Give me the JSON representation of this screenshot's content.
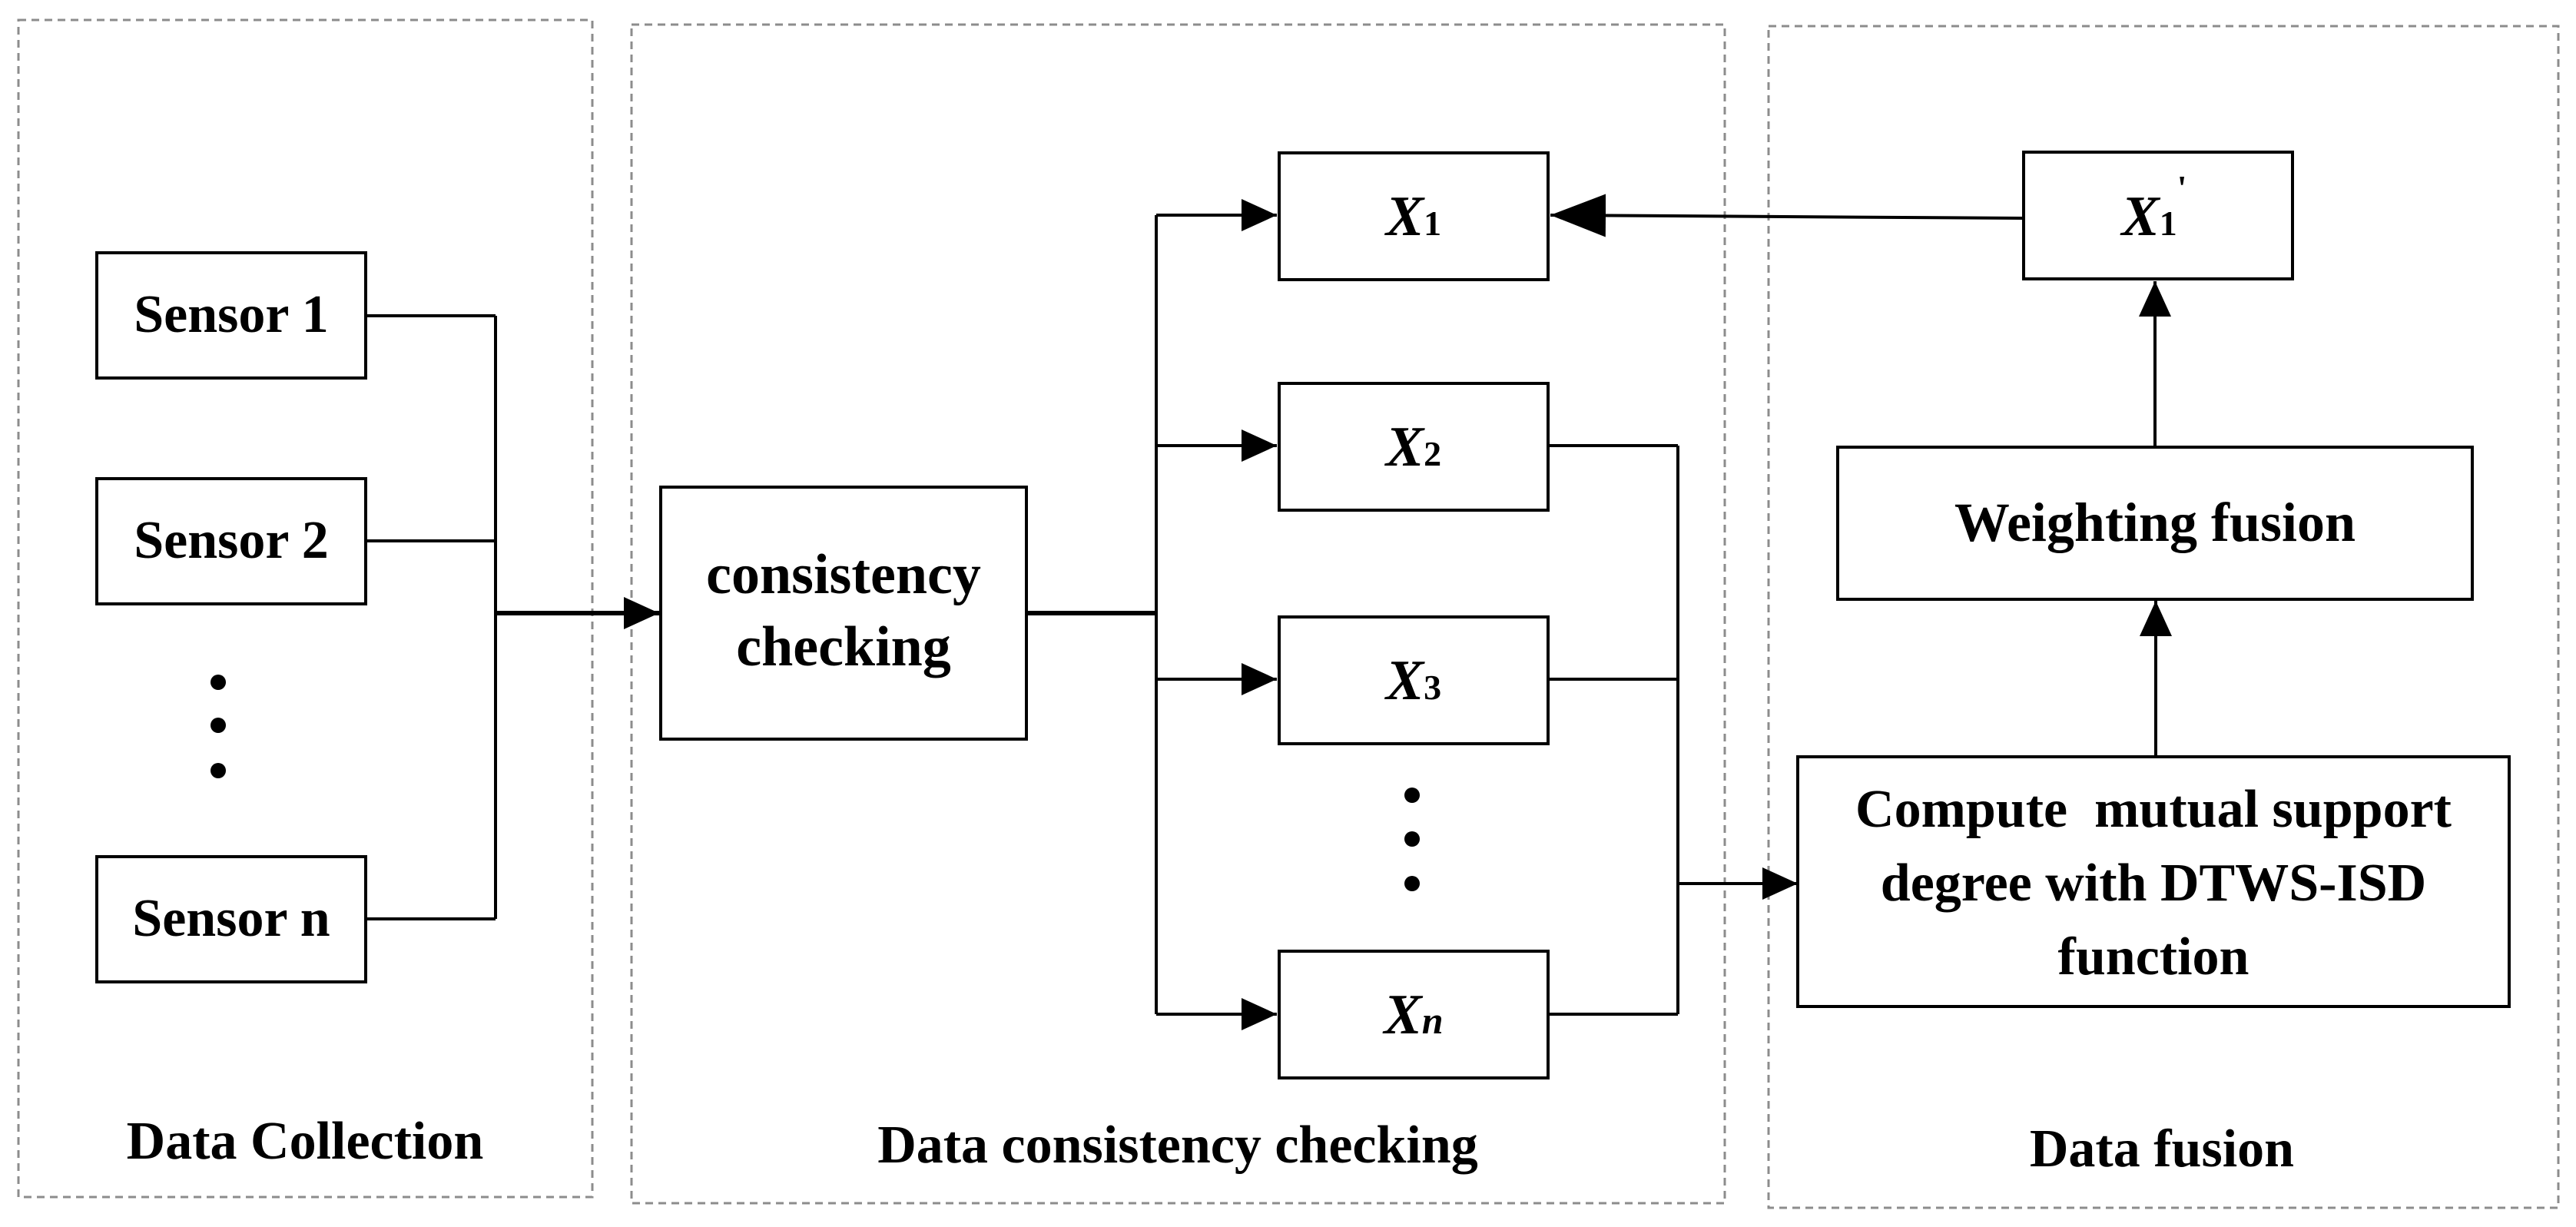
{
  "panels": {
    "collection": "Data Collection",
    "consistency": "Data consistency checking",
    "fusion": "Data fusion"
  },
  "sensors": {
    "s1": "Sensor 1",
    "s2": "Sensor 2",
    "sn": "Sensor n"
  },
  "checking": {
    "line1": "consistency",
    "line2": "checking"
  },
  "outputs": {
    "x1": {
      "base": "X",
      "sub": "1"
    },
    "x2": {
      "base": "X",
      "sub": "2"
    },
    "x3": {
      "base": "X",
      "sub": "3"
    },
    "xn": {
      "base": "X",
      "sub": "n"
    }
  },
  "fusion": {
    "x1_prime": {
      "base": "X",
      "sub": "1",
      "prime": "'"
    },
    "weighting": "Weighting fusion",
    "compute": {
      "line1": "Compute  mutual support",
      "line2": "degree with DTWS-ISD",
      "line3": "function"
    }
  }
}
